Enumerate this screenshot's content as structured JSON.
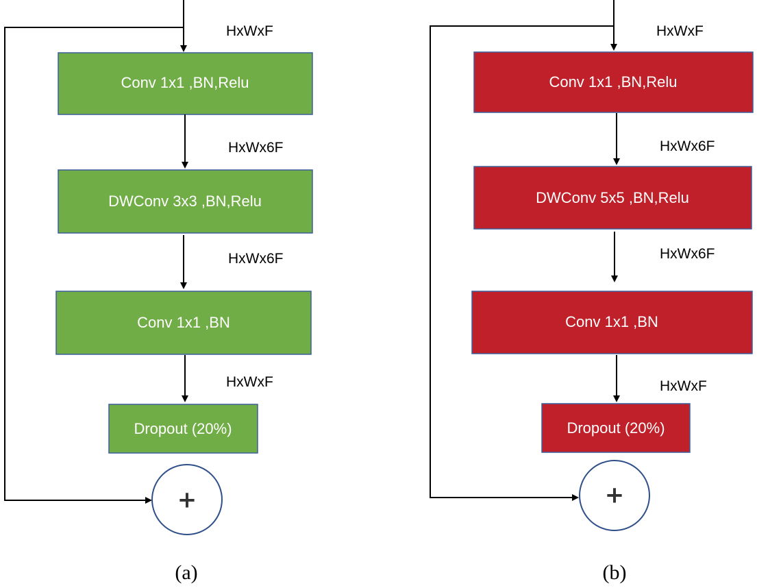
{
  "diagrams": [
    {
      "caption": "(a)",
      "block_color": "#70ad47",
      "blocks": [
        "Conv 1x1 ,BN,Relu",
        "DWConv 3x3 ,BN,Relu",
        "Conv 1x1 ,BN",
        "Dropout (20%)"
      ],
      "dims": [
        "HxWxF",
        "HxWx6F",
        "HxWx6F",
        "HxWxF"
      ],
      "sum_symbol": "+"
    },
    {
      "caption": "(b)",
      "block_color": "#c0202a",
      "blocks": [
        "Conv 1x1 ,BN,Relu",
        "DWConv 5x5 ,BN,Relu",
        "Conv 1x1 ,BN",
        "Dropout (20%)"
      ],
      "dims": [
        "HxWxF",
        "HxWx6F",
        "HxWx6F",
        "HxWxF"
      ],
      "sum_symbol": "+"
    }
  ]
}
